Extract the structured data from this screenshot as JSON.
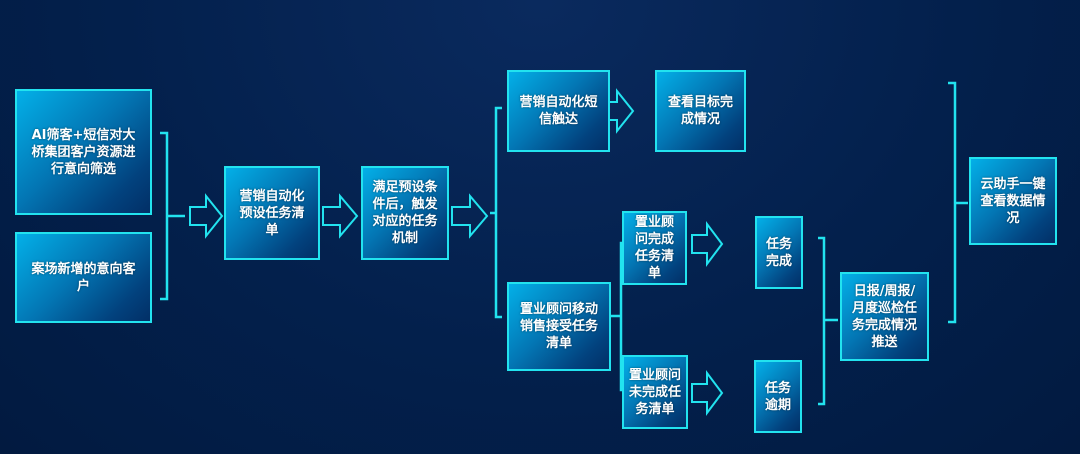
{
  "colors": {
    "accent": "#22e3ef",
    "background": "#03204c"
  },
  "nodes": {
    "ai_filter": "AI筛客+短信对大桥集团客户资源进行意向筛选",
    "new_leads": "案场新增的意向客户",
    "preset_tasks": "营销自动化预设任务清单",
    "trigger": "满足预设条件后，触发对应的任务机制",
    "sms": "营销自动化短信触达",
    "view_goal": "查看目标完成情况",
    "mobile_tasks": "置业顾问移动销售接受任务清单",
    "done_list": "置业顾问完成任务清单",
    "undone_list": "置业顾问未完成任务清单",
    "task_done": "任务完成",
    "task_overdue": "任务逾期",
    "report": "日报/周报/月度巡检任务完成情况推送",
    "cloud": "云助手一键查看数据情况"
  }
}
